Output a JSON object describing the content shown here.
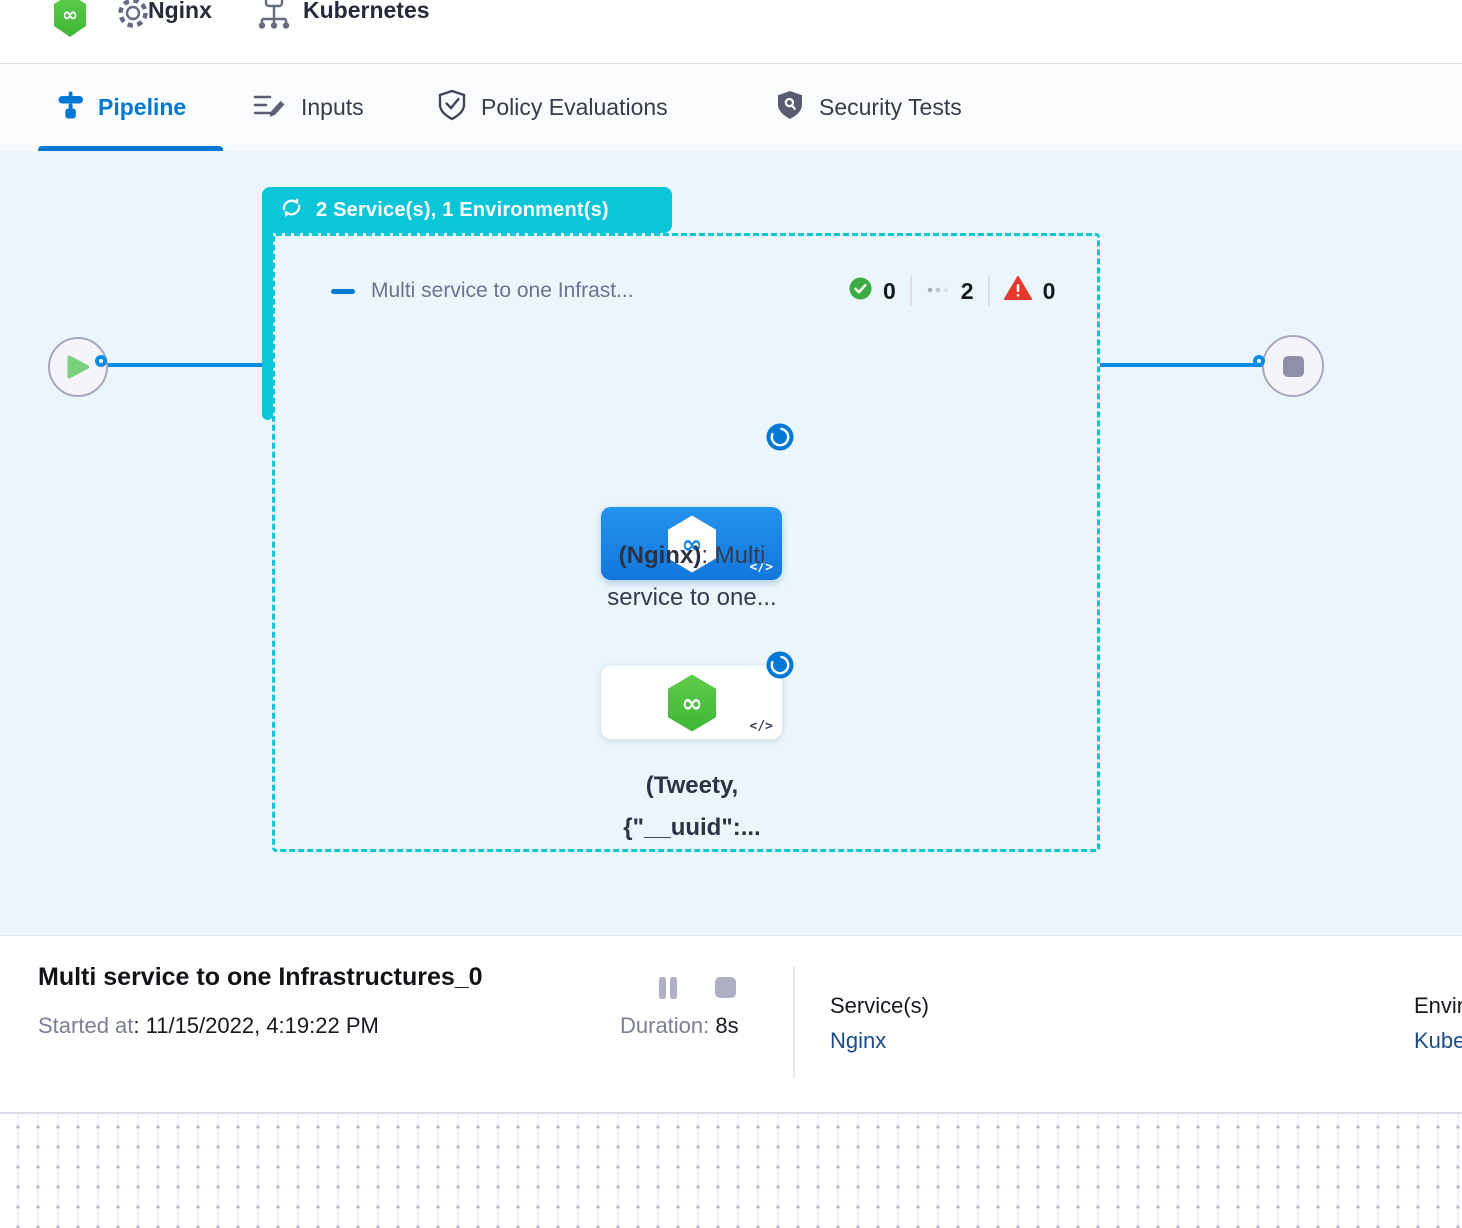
{
  "header": {
    "app_icon": "harness-logo",
    "context": [
      {
        "icon": "gear-icon",
        "label": "Nginx"
      },
      {
        "icon": "infrastructure-icon",
        "label": "Kubernetes"
      }
    ]
  },
  "tabs": [
    {
      "icon": "pipeline-icon",
      "label": "Pipeline",
      "active": true
    },
    {
      "icon": "inputs-icon",
      "label": "Inputs",
      "active": false
    },
    {
      "icon": "policy-shield-icon",
      "label": "Policy Evaluations",
      "active": false
    },
    {
      "icon": "security-shield-icon",
      "label": "Security Tests",
      "active": false
    }
  ],
  "pipeline_canvas": {
    "stage_badge_label": "2 Service(s), 1 Environment(s)",
    "stage": {
      "name": "Multi service to one Infrast...",
      "counts": {
        "success": "0",
        "running": "2",
        "failed": "0"
      }
    },
    "nodes": [
      {
        "title_bold": "(Nginx)",
        "title_rest": ": Multi",
        "subtitle": "service to one...",
        "code_glyph": "</>"
      },
      {
        "title_bold": "(Tweety,",
        "title_rest": "",
        "subtitle": "{\"__uuid\":...",
        "code_glyph": "</>"
      }
    ]
  },
  "footer": {
    "title": "Multi service to one Infrastructures_0",
    "started_label": "Started at",
    "started_value": ": 11/15/2022, 4:19:22 PM",
    "duration_label": "Duration:",
    "duration_value": "8s",
    "services_label": "Service(s)",
    "services_value": "Nginx",
    "environment_label": "Environment(s)",
    "environment_value": "Kubernetes"
  },
  "colors": {
    "accent_teal": "#0BC5D8",
    "accent_blue": "#0278D5",
    "line_blue": "#0B8CE4",
    "node_blue": "#1786E3",
    "harness_green": "#4EC13E",
    "success_green": "#3DAB44",
    "error_red": "#E43A2E",
    "link_blue": "#1A4C8B",
    "canvas_bg": "#EAF6FB"
  }
}
